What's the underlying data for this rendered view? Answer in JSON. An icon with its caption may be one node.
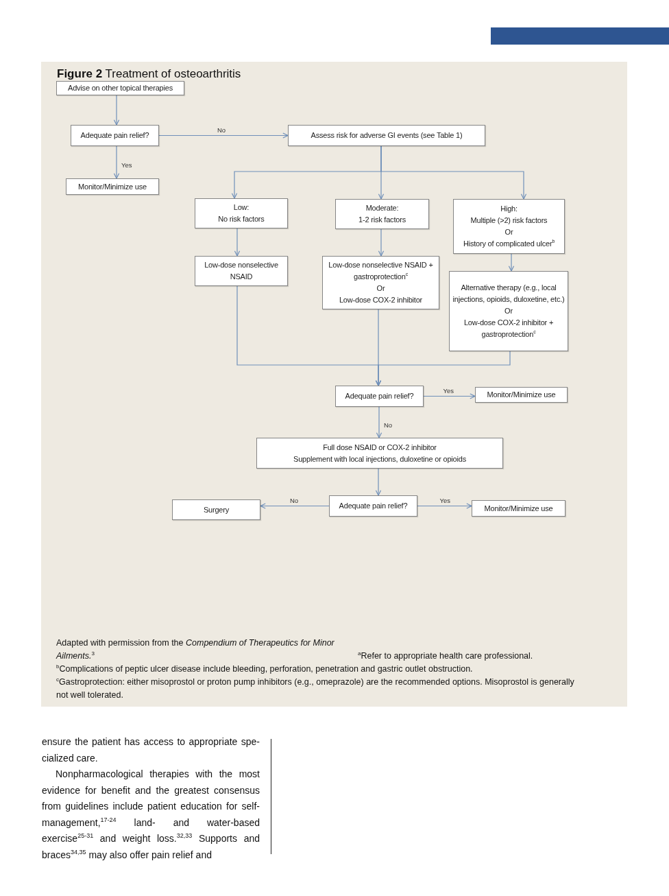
{
  "diagram": {
    "title": "**Figure 2** Treatment of osteoarthritis",
    "caption": "Adapted with permission from the *Compendium of Therapeutics for Minor Ailments.*$^{3}$",
    "nodes": [
      {
        "text": [
          "Advise on other topical therapies"
        ]
      },
      {
        "text": [
          "Adequate pain relief?"
        ]
      },
      {
        "text": [
          "Assess risk for adverse GI events (see Table 1)"
        ]
      },
      {
        "text": [
          "Monitor/Minimize use"
        ]
      },
      {
        "text": [
          "Low:",
          "No risk factors"
        ]
      },
      {
        "text": [
          "Moderate:",
          "1-2 risk factors"
        ]
      },
      {
        "text": [
          "High:",
          "Multiple (>2) risk factors",
          "Or",
          "History of complicated ulcer$^{b}$"
        ]
      },
      {
        "text": [
          "Low-dose nonselective NSAID"
        ]
      },
      {
        "text": [
          "Low-dose nonselective NSAID + gastroprotection$^{c}$",
          "Or",
          "Low-dose COX-2 inhibitor"
        ]
      },
      {
        "text": [
          "Alternative therapy (e.g., local injections, opioids, duloxetine, etc.)",
          "Or",
          "Low-dose COX-2 inhibitor + gastroprotection$^{c}$"
        ]
      },
      {
        "text": [
          "Adequate pain relief?"
        ]
      },
      {
        "text": [
          "Monitor/Minimize use"
        ]
      },
      {
        "text": [
          "Full dose NSAID or COX-2 inhibitor",
          "Supplement with local injections, duloxetine or opioids"
        ]
      },
      {
        "text": [
          "Adequate pain relief?"
        ]
      },
      {
        "text": [
          "Surgery"
        ]
      },
      {
        "text": [
          "Monitor/Minimize use"
        ]
      }
    ],
    "edges": [
      {
        "from": 0,
        "to": 1,
        "arrow": "to"
      },
      {
        "from": 1,
        "to": 2,
        "arrow": "to",
        "label": "No"
      },
      {
        "from": 1,
        "to": 3,
        "arrow": "to",
        "label": "Yes"
      },
      {
        "from": 2,
        "to": 4,
        "arrow": "to"
      },
      {
        "from": 2,
        "to": 5,
        "arrow": "to"
      },
      {
        "from": 2,
        "to": 6,
        "arrow": "to"
      },
      {
        "from": 4,
        "to": 7,
        "arrow": "to"
      },
      {
        "from": 5,
        "to": 8,
        "arrow": "to"
      },
      {
        "from": 6,
        "to": 9,
        "arrow": "to"
      },
      {
        "from": 7,
        "to": 10,
        "arrow": "to"
      },
      {
        "from": 8,
        "to": 10,
        "arrow": "to"
      },
      {
        "from": 9,
        "to": 10,
        "arrow": "to"
      },
      {
        "from": 10,
        "to": 11,
        "arrow": "to",
        "label": "Yes"
      },
      {
        "from": 10,
        "to": 12,
        "arrow": "to",
        "label": "No"
      },
      {
        "from": 12,
        "to": 13,
        "arrow": "to"
      },
      {
        "from": 13,
        "to": 14,
        "arrow": "to",
        "label": "No"
      },
      {
        "from": 13,
        "to": 15,
        "arrow": "to",
        "label": "Yes"
      }
    ],
    "labels": [
      "$^{a}$Refer to appropriate health care professional.",
      "$^{b}$Complications of peptic ulcer disease include bleeding, perforation, penetration and gastric outlet obstruction.",
      "$^{c}$Gastroprotection: either misoprostol or proton pump inhibitors (e.g., omeprazole) are the recommended options. Misoprostol is generally not well tolerated.",
      "ensure the patient has access to appropriate spe- cialized care.",
      "Nonpharmacological therapies with the most evidence for benefit and the greatest consensus from guidelines include patient education for self-management,$^{17-24}$ land- and water-based exercise$^{25-31}$ and weight loss.$^{32,33}$ Supports and braces$^{34,35}$ may also offer pain relief and"
    ]
  }
}
